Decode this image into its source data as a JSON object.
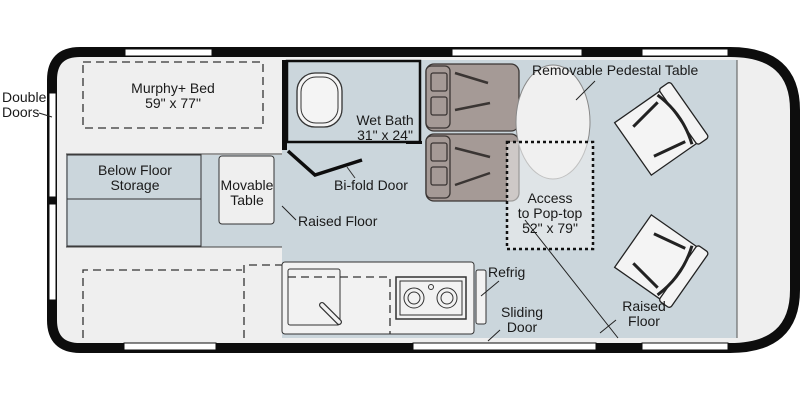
{
  "floorplan": {
    "colors": {
      "wall": "#0d0d0d",
      "window": "#ffffff",
      "floor_light": "#efefef",
      "floor_raised": "#cbd6dc",
      "seat_fill": "#a59a96",
      "seat_stroke": "#3a3533",
      "furniture_fill": "#f2f2f2"
    },
    "labels": {
      "double_doors": {
        "line1": "Double",
        "line2": "Doors"
      },
      "murphy_bed": {
        "line1": "Murphy+ Bed",
        "line2": "59\" x 77\""
      },
      "below_floor_storage": {
        "line1": "Below Floor",
        "line2": "Storage"
      },
      "movable_table": {
        "line1": "Movable",
        "line2": "Table"
      },
      "wet_bath": {
        "line1": "Wet Bath",
        "line2": "31\" x 24\""
      },
      "bifold_door": "Bi-fold Door",
      "raised_floor_left": "Raised Floor",
      "refrig": "Refrig",
      "sliding_door": {
        "line1": "Sliding",
        "line2": "Door"
      },
      "removable_pedestal_table": "Removable Pedestal Table",
      "pop_top": {
        "line1": "Access",
        "line2": "to Pop-top",
        "line3": "52\" x 79\""
      },
      "raised_floor_right": {
        "line1": "Raised",
        "line2": "Floor"
      }
    }
  }
}
